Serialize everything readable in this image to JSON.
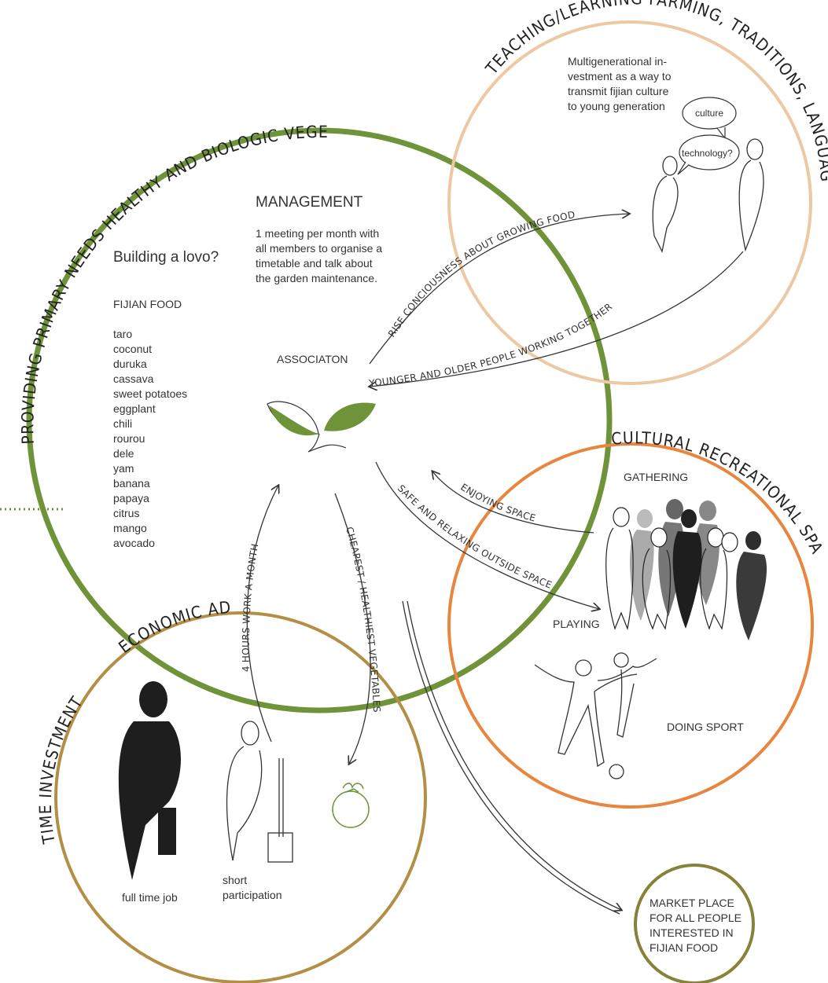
{
  "circles": {
    "main": "PROVIDING PRIMARY NEEDS HEALTHY AND BIOLOGIC VEGETABLES",
    "teaching": "TEACHING/LEARNING FARMING, TRADITIONS, LANGUAGE",
    "cultural": "CULTURAL RECREATIONAL SPACE",
    "time": "TIME INVESTMENT",
    "economic": "ECONOMIC ADVANTAGES"
  },
  "colors": {
    "main": "#6e9338",
    "teaching": "#ecc9a2",
    "cultural": "#e8853f",
    "time": "#b38f46",
    "market": "#86823a"
  },
  "management": {
    "title": "MANAGEMENT",
    "lines": [
      "1 meeting per month with",
      "all members to organise a",
      "timetable and talk about",
      "the garden maintenance."
    ]
  },
  "lovo": "Building a lovo?",
  "fijian_food": {
    "title": "FIJIAN FOOD",
    "items": [
      "taro",
      "coconut",
      "duruka",
      "cassava",
      "sweet potatoes",
      "eggplant",
      "chili",
      "rourou",
      "dele",
      "yam",
      "banana",
      "papaya",
      "citrus",
      "mango",
      "avocado"
    ]
  },
  "association": "ASSOCIATON",
  "teaching_text": [
    "Multigenerational in-",
    "vestment as a way to",
    "transmit fijian culture",
    "to young generation"
  ],
  "bubbles": {
    "culture": "culture",
    "technology": "technology?"
  },
  "arrows": {
    "rise": "RISE CONCIOUSNESS ABOUT GROWING FOOD",
    "younger": "YOUNGER AND OLDER PEOPLE WORKING TOGETHER",
    "enjoying": "ENJOYING SPACE",
    "safe": "SAFE AND RELAXING OUTSIDE SPACE",
    "hours": "4 HOURS WORK A MONTH",
    "cheapest": "CHEAPEST / HEALTHIEST VEGETABLES"
  },
  "cultural_labels": {
    "gathering": "GATHERING",
    "playing": "PLAYING",
    "sport": "DOING SPORT"
  },
  "time_labels": {
    "full_time": "full time job",
    "short1": "short",
    "short2": "participation"
  },
  "market": [
    "MARKET PLACE",
    "FOR ALL PEOPLE",
    "INTERESTED IN",
    "FIJIAN FOOD"
  ]
}
